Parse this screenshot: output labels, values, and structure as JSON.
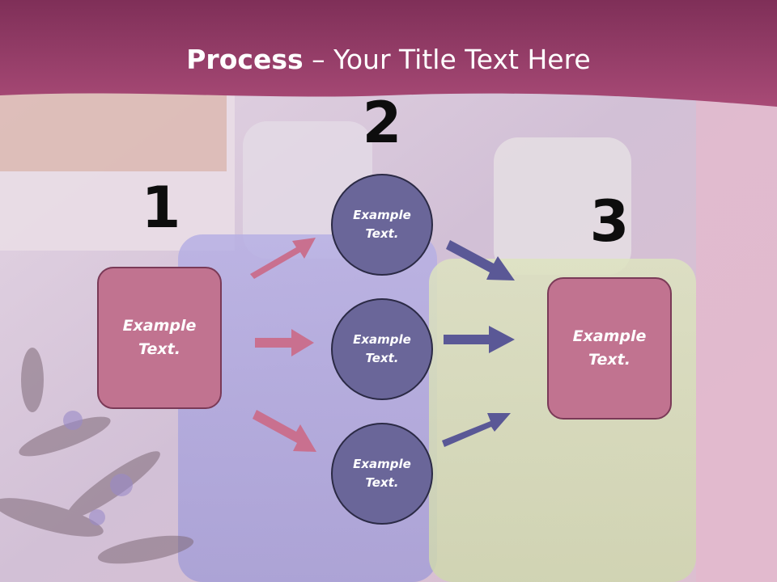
{
  "title": {
    "bold": "Process",
    "rest": " – Your Title Text Here"
  },
  "steps": {
    "one": "1",
    "two": "2",
    "three": "3"
  },
  "left_box": {
    "line1": "Example",
    "line2": "Text."
  },
  "circles": [
    {
      "line1": "Example",
      "line2": "Text."
    },
    {
      "line1": "Example",
      "line2": "Text."
    },
    {
      "line1": "Example",
      "line2": "Text."
    }
  ],
  "right_box": {
    "line1": "Example",
    "line2": "Text."
  },
  "colors": {
    "title_bar": "#9c3f6b",
    "pink_box": "#c17390",
    "circle": "#6a6699",
    "pink_arrow": "#c9708f",
    "purple_arrow": "#5a5896"
  }
}
